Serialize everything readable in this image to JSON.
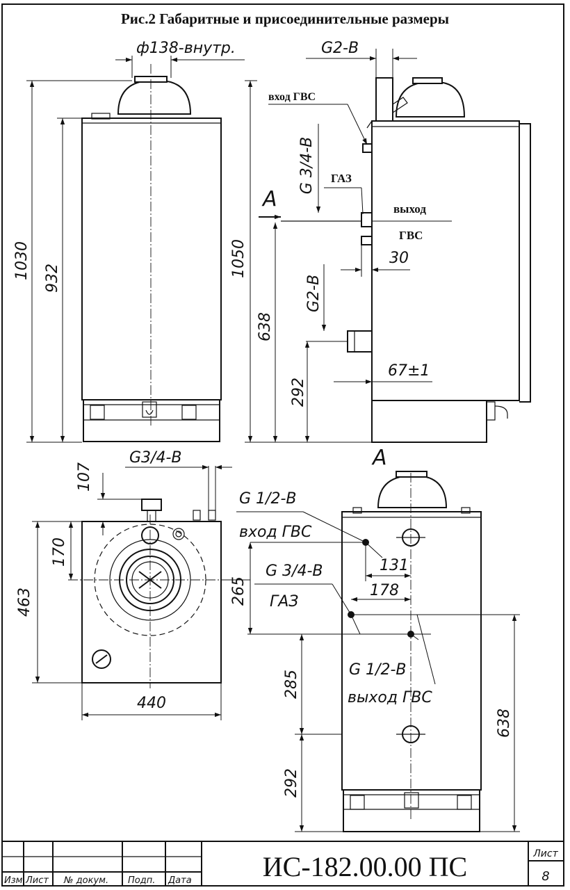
{
  "title": "Рис.2 Габаритные и присоединительные размеры",
  "front_view": {
    "flue_diameter": "ф138-внутр.",
    "height_total": "1030",
    "height_body": "932"
  },
  "side_view": {
    "flue_thread": "G2-B",
    "height_total": "1050",
    "label_inlet_hot_water": "вход ГВС",
    "thread_inlet": "G 3/4-B",
    "label_gas": "ГАЗ",
    "section_mark": "A",
    "label_outlet_1": "выход",
    "label_outlet_2": "ГВС",
    "dim_30": "30",
    "dim_638": "638",
    "thread_drain": "G2-B",
    "dim_292": "292",
    "dim_67": "67±1"
  },
  "top_view": {
    "thread_g34": "G3/4-B",
    "dim_107": "107",
    "dim_170": "170",
    "dim_463": "463",
    "dim_265": "265",
    "dim_440": "440"
  },
  "view_a": {
    "title": "A",
    "inlet_thread": "G 1/2-B",
    "inlet_label": "вход ГВС",
    "dim_131": "131",
    "gas_thread": "G 3/4-B",
    "gas_label": "ГАЗ",
    "dim_178": "178",
    "outlet_thread": "G 1/2-B",
    "outlet_label": "выход ГВС",
    "dim_285": "285",
    "dim_638": "638",
    "dim_292": "292"
  },
  "title_block": {
    "col_izm": "Изм.",
    "col_list": "Лист",
    "col_doc": "№ докум.",
    "col_sign": "Подп.",
    "col_date": "Дата",
    "designation": "ИС-182.00.00 ПС",
    "sheet_label": "Лист",
    "sheet_number": "8"
  }
}
